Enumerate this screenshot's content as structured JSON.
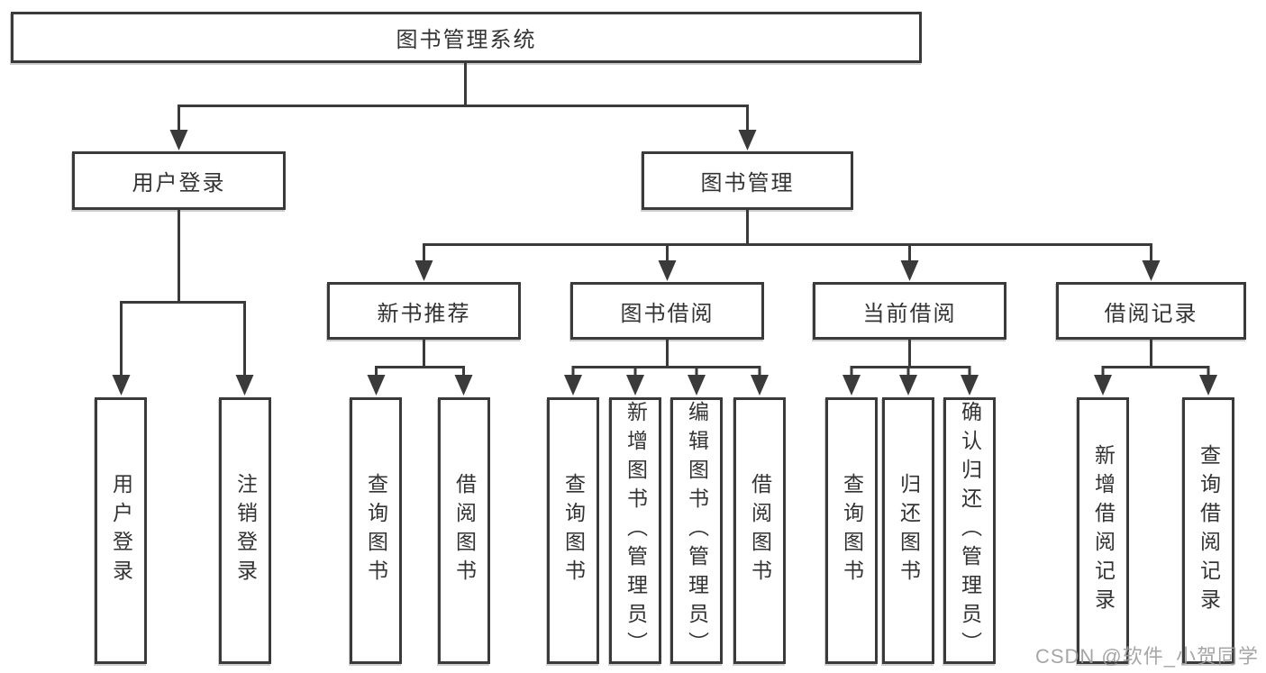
{
  "diagram": {
    "root": {
      "label": "图书管理系统"
    },
    "level2": [
      {
        "label": "用户登录"
      },
      {
        "label": "图书管理"
      }
    ],
    "level3": [
      {
        "label": "新书推荐",
        "parent": "图书管理"
      },
      {
        "label": "图书借阅",
        "parent": "图书管理"
      },
      {
        "label": "当前借阅",
        "parent": "图书管理"
      },
      {
        "label": "借阅记录",
        "parent": "图书管理"
      }
    ],
    "leaves": [
      {
        "label": "用户登录",
        "parent": "用户登录"
      },
      {
        "label": "注销登录",
        "parent": "用户登录"
      },
      {
        "label": "查询图书",
        "parent": "新书推荐"
      },
      {
        "label": "借阅图书",
        "parent": "新书推荐"
      },
      {
        "label": "查询图书",
        "parent": "图书借阅"
      },
      {
        "label": "新增图书（管理员）",
        "parent": "图书借阅"
      },
      {
        "label": "编辑图书（管理员）",
        "parent": "图书借阅"
      },
      {
        "label": "借阅图书",
        "parent": "图书借阅"
      },
      {
        "label": "查询图书",
        "parent": "当前借阅"
      },
      {
        "label": "归还图书",
        "parent": "当前借阅"
      },
      {
        "label": "确认归还（管理员）",
        "parent": "当前借阅"
      },
      {
        "label": "新增借阅记录",
        "parent": "借阅记录"
      },
      {
        "label": "查询借阅记录",
        "parent": "借阅记录"
      }
    ],
    "watermark": "CSDN @软件_小贺同学",
    "colors": {
      "line": "#3a3a3a",
      "box_border": "#3a3a3a",
      "box_background": "#ffffff",
      "text": "#333333",
      "watermark": "#9e9e9e"
    }
  }
}
